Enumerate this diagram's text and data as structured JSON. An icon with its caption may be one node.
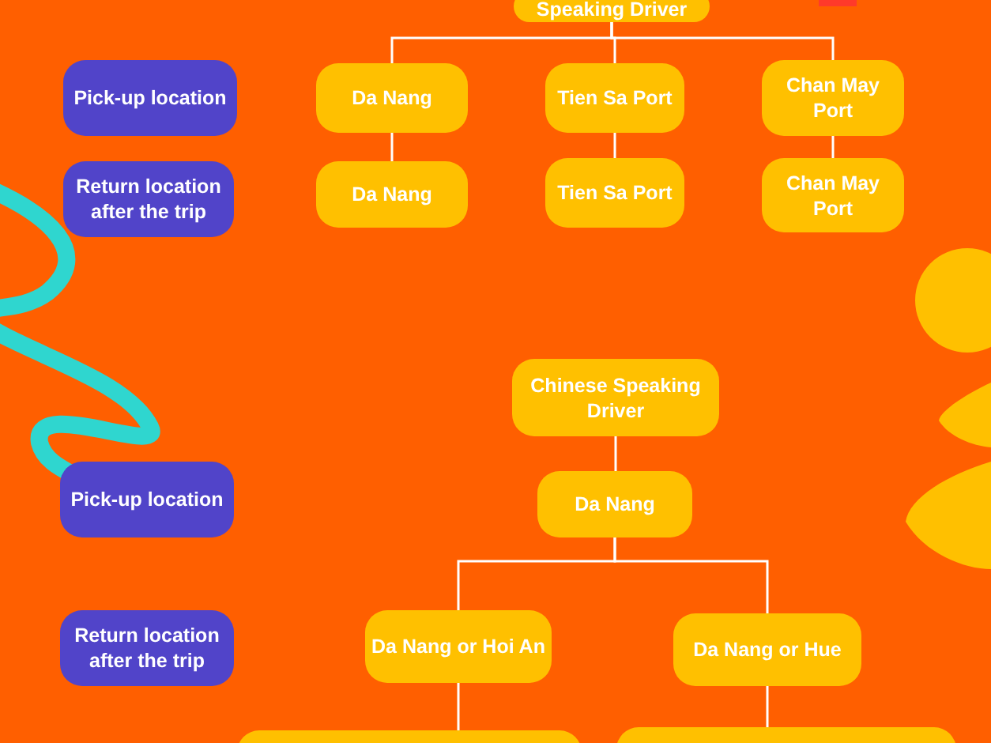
{
  "diagram": {
    "nodes": [
      {
        "text": [
          "Speaking Driver"
        ]
      },
      {
        "text": [
          "Pick-up location"
        ]
      },
      {
        "text": [
          "Da Nang"
        ]
      },
      {
        "text": [
          "Tien Sa Port"
        ]
      },
      {
        "text": [
          "Chan May Port"
        ]
      },
      {
        "text": [
          "Return location after the trip"
        ]
      },
      {
        "text": [
          "Da Nang"
        ]
      },
      {
        "text": [
          "Tien Sa Port"
        ]
      },
      {
        "text": [
          "Chan May Port"
        ]
      },
      {
        "text": [
          "Chinese Speaking Driver"
        ]
      },
      {
        "text": [
          "Pick-up location"
        ]
      },
      {
        "text": [
          "Da Nang"
        ]
      },
      {
        "text": [
          "Return location after the trip"
        ]
      },
      {
        "text": [
          "Da Nang or Hoi An"
        ]
      },
      {
        "text": [
          "Da Nang or Hue"
        ]
      },
      {
        "text": [],
        "shape": "box"
      },
      {
        "text": [],
        "shape": "box"
      }
    ],
    "edges": [
      {
        "from": 0,
        "to": 2,
        "arrow": "none"
      },
      {
        "from": 0,
        "to": 3,
        "arrow": "none"
      },
      {
        "from": 0,
        "to": 4,
        "arrow": "none"
      },
      {
        "from": 2,
        "to": 6,
        "arrow": "none"
      },
      {
        "from": 3,
        "to": 7,
        "arrow": "none"
      },
      {
        "from": 4,
        "to": 8,
        "arrow": "none"
      },
      {
        "from": 9,
        "to": 11,
        "arrow": "none"
      },
      {
        "from": 11,
        "to": 13,
        "arrow": "none"
      },
      {
        "from": 11,
        "to": 14,
        "arrow": "none"
      },
      {
        "from": 13,
        "to": 15,
        "arrow": "none"
      },
      {
        "from": 14,
        "to": 16,
        "arrow": "none"
      }
    ]
  }
}
